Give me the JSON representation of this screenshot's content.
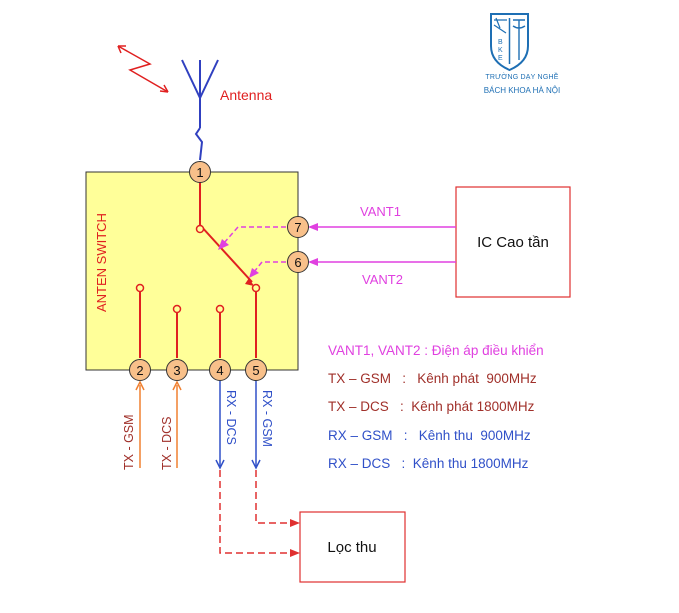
{
  "logo": {
    "icon": "bke-shield-logo-icon",
    "letters": [
      "B",
      "K",
      "E"
    ],
    "line1": "TRƯỜNG DẠY NGHỀ",
    "line2": "BÁCH KHOA HÀ NỘI",
    "color": "#1e6fb4"
  },
  "antenna": {
    "label": "Antenna",
    "icon": "antenna-icon",
    "signal_icon": "radio-wave-bolt-icon"
  },
  "switch": {
    "label": "ANTEN SWITCH",
    "fill": "#ffff99",
    "pins": [
      "1",
      "7",
      "6",
      "2",
      "3",
      "4",
      "5"
    ]
  },
  "ic": {
    "label": "IC Cao tần"
  },
  "filter": {
    "label": "Lọc thu"
  },
  "signals": {
    "vant1": "VANT1",
    "vant2": "VANT2",
    "tx_gsm": "TX - GSM",
    "tx_dcs": "TX - DCS",
    "rx_dcs": "RX - DCS",
    "rx_gsm": "RX - GSM"
  },
  "legend": [
    {
      "key": "VANT1, VANT2",
      "sep": " : ",
      "desc": "Điện áp điều khiển",
      "color": "#e040e0"
    },
    {
      "key": "TX – GSM",
      "sep": "   :   ",
      "desc": "Kênh phát  900MHz",
      "color": "#a0302a"
    },
    {
      "key": "TX – DCS",
      "sep": "   :  ",
      "desc": "Kênh phát 1800MHz",
      "color": "#a0302a"
    },
    {
      "key": "RX – GSM",
      "sep": "   :   ",
      "desc": "Kênh thu  900MHz",
      "color": "#3050c8"
    },
    {
      "key": "RX – DCS",
      "sep": "   :  ",
      "desc": "Kênh thu 1800MHz",
      "color": "#3050c8"
    }
  ],
  "colors": {
    "antenna": "#3040c0",
    "switch_red": "#e02020",
    "control_magenta": "#e040e0",
    "tx_orange": "#f08030",
    "tx_dark": "#a0302a",
    "rx_blue": "#3050c8",
    "filter_dash": "#e03030",
    "pin_fill": "#f8c08a"
  }
}
